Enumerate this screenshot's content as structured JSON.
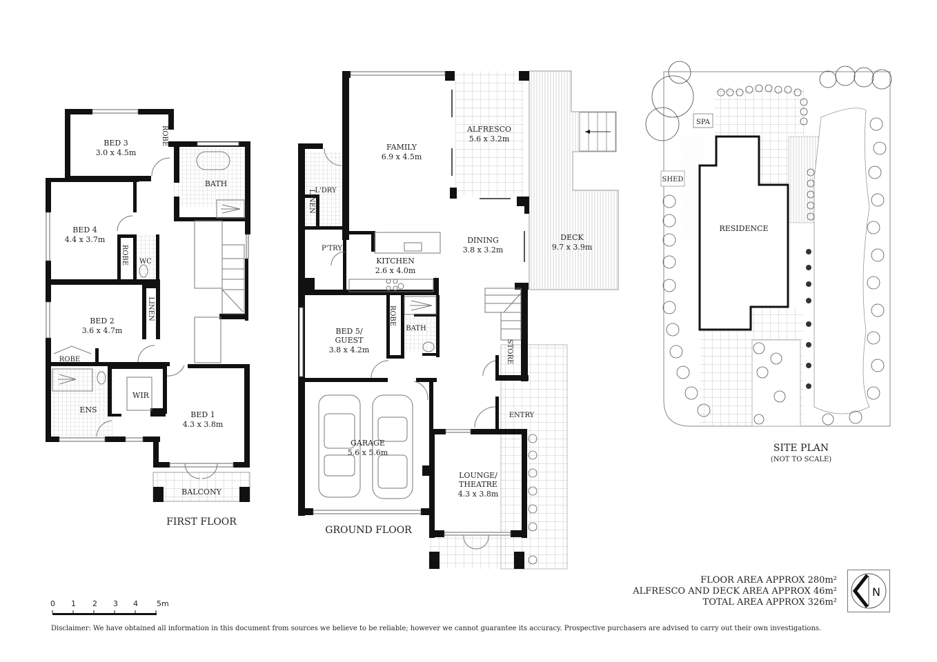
{
  "first_floor": {
    "title": "FIRST FLOOR",
    "rooms": {
      "bed3": {
        "name": "BED 3",
        "size": "3.0 x 4.5m"
      },
      "bed4": {
        "name": "BED 4",
        "size": "4.4 x 3.7m"
      },
      "bed2": {
        "name": "BED 2",
        "size": "3.6 x 4.7m"
      },
      "bed1": {
        "name": "BED 1",
        "size": "4.3 x 3.8m"
      },
      "bath": {
        "name": "BATH"
      },
      "wc": {
        "name": "WC"
      },
      "robe_bed3": {
        "name": "ROBE"
      },
      "robe_bed4": {
        "name": "ROBE"
      },
      "robe_bed2": {
        "name": "ROBE"
      },
      "linen": {
        "name": "LINEN"
      },
      "ens": {
        "name": "ENS"
      },
      "wir": {
        "name": "WIR"
      },
      "balcony": {
        "name": "BALCONY"
      }
    }
  },
  "ground_floor": {
    "title": "GROUND FLOOR",
    "rooms": {
      "family": {
        "name": "FAMILY",
        "size": "6.9 x 4.5m"
      },
      "alfresco": {
        "name": "ALFRESCO",
        "size": "5.6 x 3.2m"
      },
      "deck": {
        "name": "DECK",
        "size": "9.7 x 3.9m"
      },
      "dining": {
        "name": "DINING",
        "size": "3.8 x 3.2m"
      },
      "kitchen": {
        "name": "KITCHEN",
        "size": "2.6 x 4.0m"
      },
      "ldry": {
        "name": "L'DRY"
      },
      "linen": {
        "name": "LINEN"
      },
      "ptry": {
        "name": "P'TRY"
      },
      "bed5_line1": {
        "name": "BED 5/"
      },
      "bed5_line2": {
        "name": "GUEST",
        "size": "3.8 x 4.2m"
      },
      "robe": {
        "name": "ROBE"
      },
      "bath": {
        "name": "BATH"
      },
      "store": {
        "name": "STORE"
      },
      "entry": {
        "name": "ENTRY"
      },
      "garage": {
        "name": "GARAGE",
        "size": "5.6 x 5.6m"
      },
      "lounge_line1": {
        "name": "LOUNGE/"
      },
      "lounge_line2": {
        "name": "THEATRE",
        "size": "4.3 x 3.8m"
      }
    }
  },
  "site_plan": {
    "title": "SITE PLAN",
    "subtitle": "(NOT TO SCALE)",
    "labels": {
      "spa": "SPA",
      "shed": "SHED",
      "residence": "RESIDENCE"
    }
  },
  "scale_bar": {
    "ticks": [
      "0",
      "1",
      "2",
      "3",
      "4",
      "5m"
    ]
  },
  "areas": {
    "floor": "FLOOR AREA APPROX 280m²",
    "alfresco_deck": "ALFRESCO AND DECK AREA APPROX 46m²",
    "total": "TOTAL AREA APPROX 326m²"
  },
  "compass": {
    "label": "N"
  },
  "disclaimer": "Disclaimer: We have obtained all information in this document from sources we believe to be reliable; however we cannot guarantee its accuracy. Prospective purchasers are advised to carry out their own investigations."
}
